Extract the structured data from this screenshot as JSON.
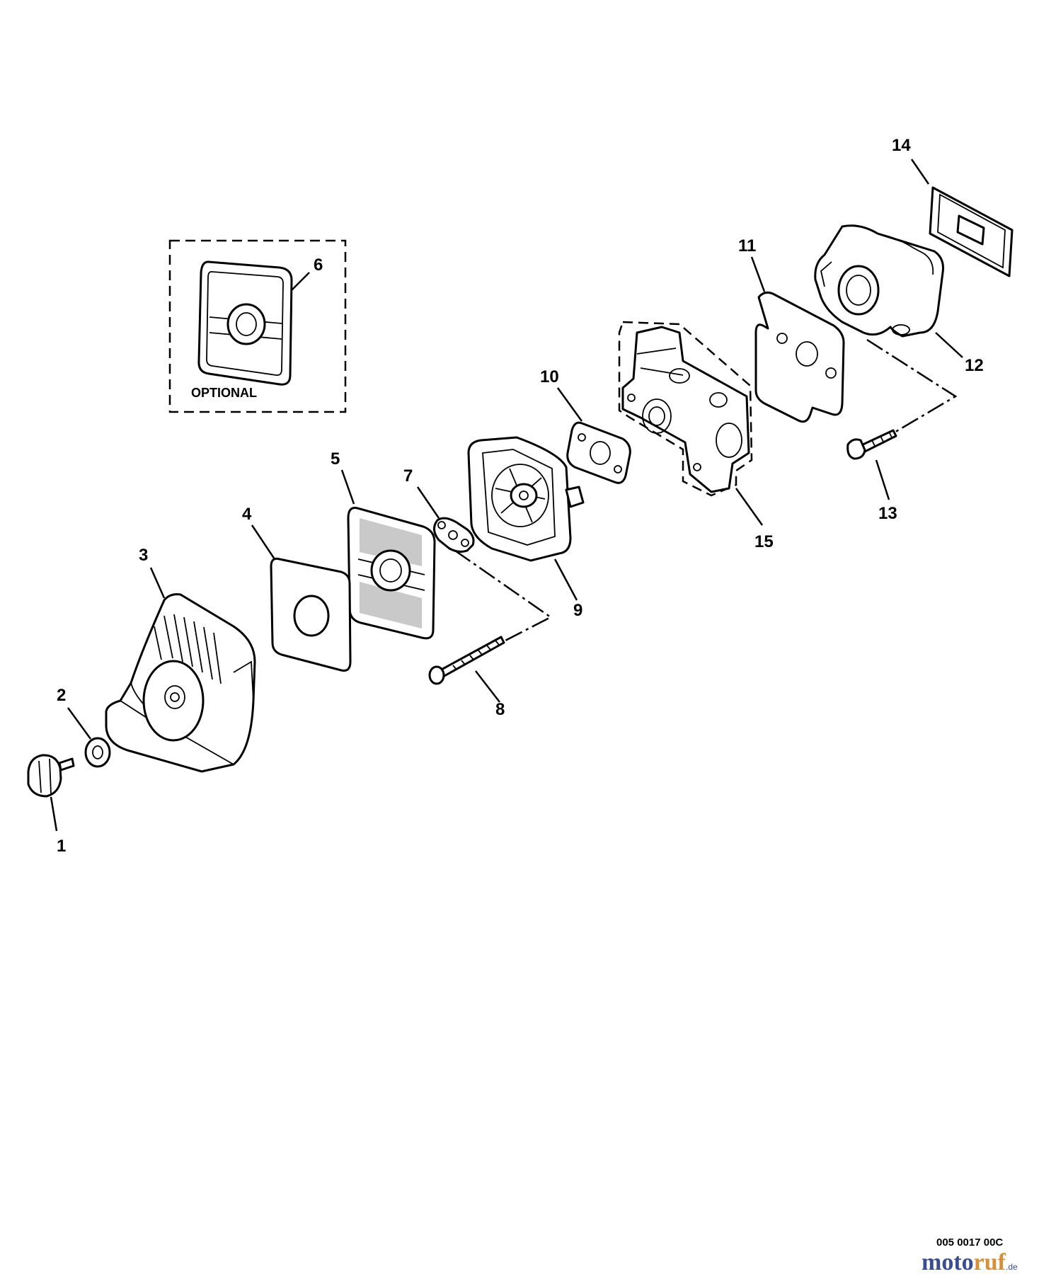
{
  "diagram": {
    "optional_label": "OPTIONAL",
    "drawing_code": "005 0017 00C",
    "watermark": {
      "part1": "moto",
      "part2": "ruf",
      "suffix": ".de"
    },
    "callouts": [
      "1",
      "2",
      "3",
      "4",
      "5",
      "6",
      "7",
      "8",
      "9",
      "10",
      "11",
      "12",
      "13",
      "14",
      "15"
    ]
  }
}
